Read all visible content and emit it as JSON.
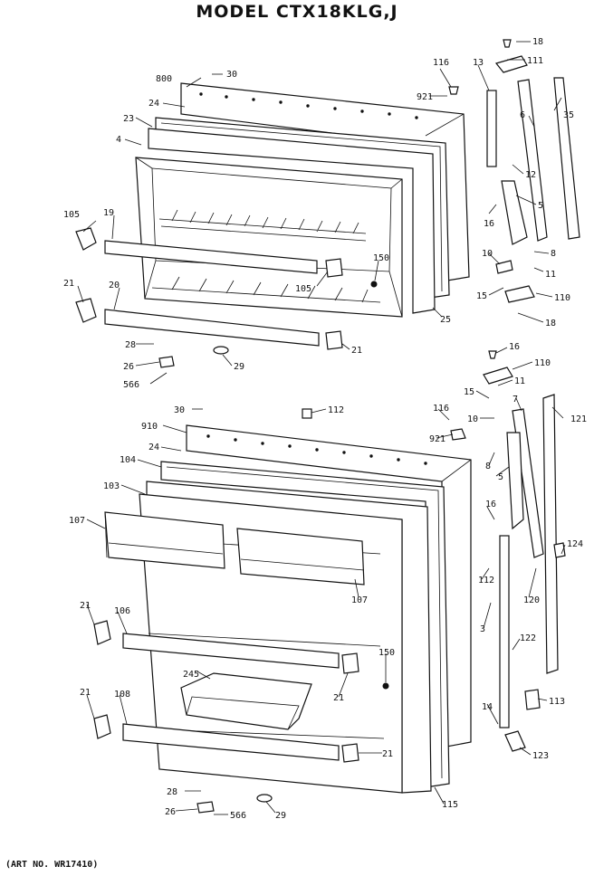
{
  "header": {
    "title": "MODEL CTX18KLG,J"
  },
  "footer": {
    "art_number": "(ART NO. WR17410)"
  },
  "colors": {
    "ink": "#111111",
    "paper": "#ffffff"
  },
  "callouts": {
    "c18a": "18",
    "c13": "13",
    "c111a": "111",
    "c116a": "116",
    "c35": "35",
    "c800": "800",
    "c30a": "30",
    "c921a": "921",
    "c6a": "6",
    "c24a": "24",
    "c23": "23",
    "c4": "4",
    "c12": "12",
    "c16a": "16",
    "c5a": "5",
    "c105a": "105",
    "c19": "19",
    "c8a": "8",
    "c10a": "10",
    "c11a": "11",
    "c150a": "150",
    "c105b": "105",
    "c21a": "21",
    "c20": "20",
    "c15a": "15",
    "c110a": "110",
    "c18b": "18",
    "c25": "25",
    "c28a": "28",
    "c21b": "21",
    "c26a": "26",
    "c29a": "29",
    "c566a": "566",
    "c16b": "16",
    "c110b": "110",
    "c11b": "11",
    "c15b": "15",
    "c7": "7",
    "c121": "121",
    "c30b": "30",
    "c112a": "112",
    "c116b": "116",
    "c10b": "10",
    "c910": "910",
    "c921b": "921",
    "c24b": "24",
    "c8b": "8",
    "c104": "104",
    "c5b": "5",
    "c103": "103",
    "c16c": "16",
    "c107a": "107",
    "c124": "124",
    "c112b": "112",
    "c107b": "107",
    "c120": "120",
    "c3": "3",
    "c21c": "21",
    "c106": "106",
    "c150b": "150",
    "c122": "122",
    "c245": "245",
    "c21d": "21",
    "c21e": "21",
    "c108": "108",
    "c14": "14",
    "c113": "113",
    "c21f": "21",
    "c123": "123",
    "c28b": "28",
    "c115": "115",
    "c26b": "26",
    "c566b": "566",
    "c29b": "29"
  }
}
